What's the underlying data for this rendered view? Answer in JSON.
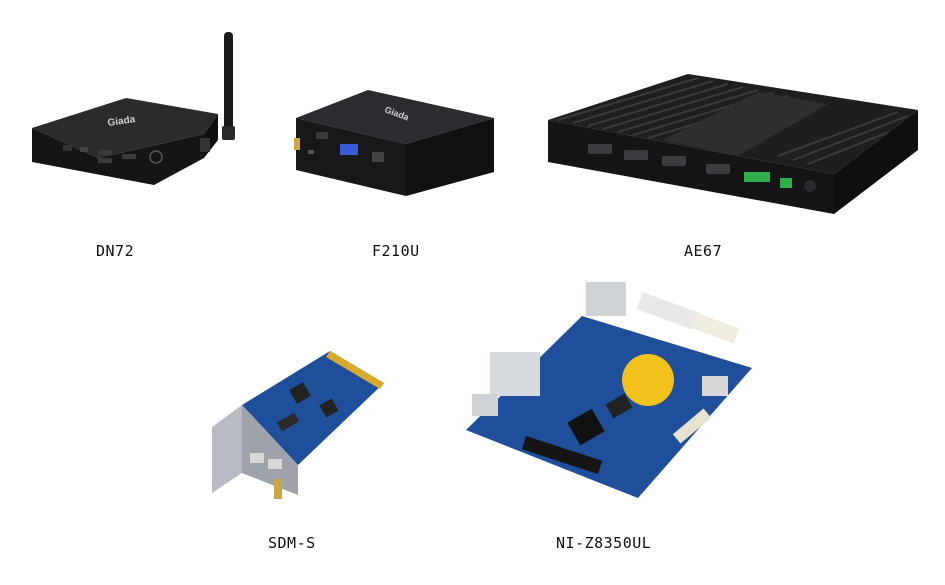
{
  "products": [
    {
      "name": "DN72",
      "image": "mini-pc-with-antenna"
    },
    {
      "name": "F210U",
      "image": "compact-box-pc"
    },
    {
      "name": "AE67",
      "image": "fanless-finned-box-pc"
    },
    {
      "name": "SDM-S",
      "image": "sdm-module-card"
    },
    {
      "name": "NI-Z8350UL",
      "image": "pico-itx-motherboard"
    }
  ],
  "colors": {
    "chassis": "#1c1c1e",
    "pcb_blue": "#1f4f9a",
    "pcb_yellow": "#f2c11c",
    "connector_blue": "#3b5bd6",
    "terminal_green": "#2fae4a"
  }
}
